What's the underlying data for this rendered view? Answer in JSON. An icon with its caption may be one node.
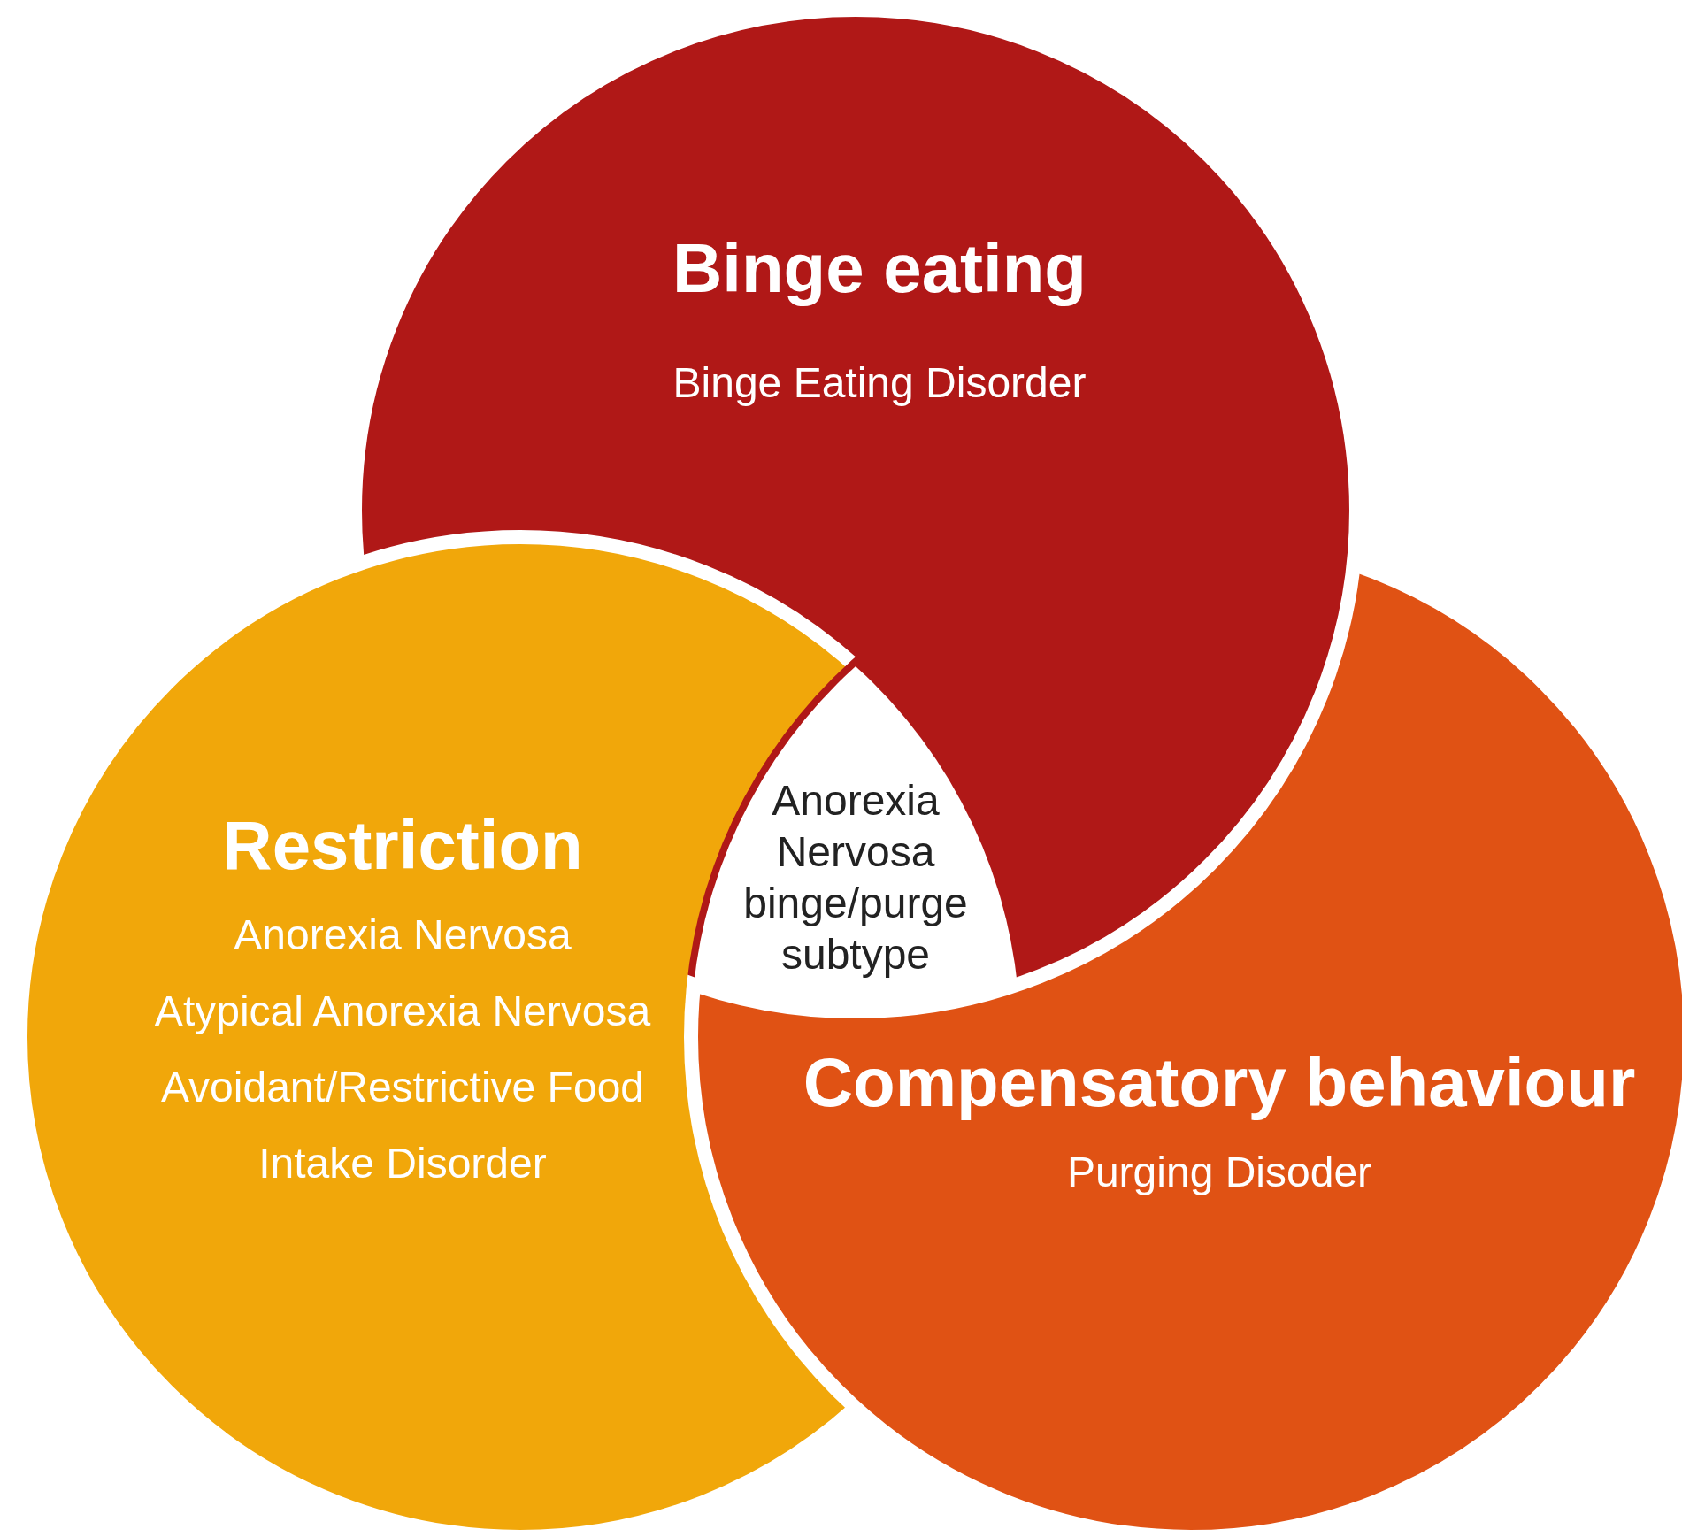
{
  "diagram": {
    "nodes": [
      {
        "text": [
          "Binge eating",
          "Binge Eating Disorder"
        ]
      },
      {
        "text": [
          "Restriction",
          "Anorexia Nervosa",
          "Atypical Anorexia Nervosa",
          "Avoidant/Restrictive Food Intake Disorder"
        ]
      },
      {
        "text": [
          "Compensatory behaviour",
          "Purging Disoder"
        ]
      }
    ],
    "edges": [],
    "labels": [
      "Anorexia Nervosa binge/purge subtype"
    ]
  }
}
